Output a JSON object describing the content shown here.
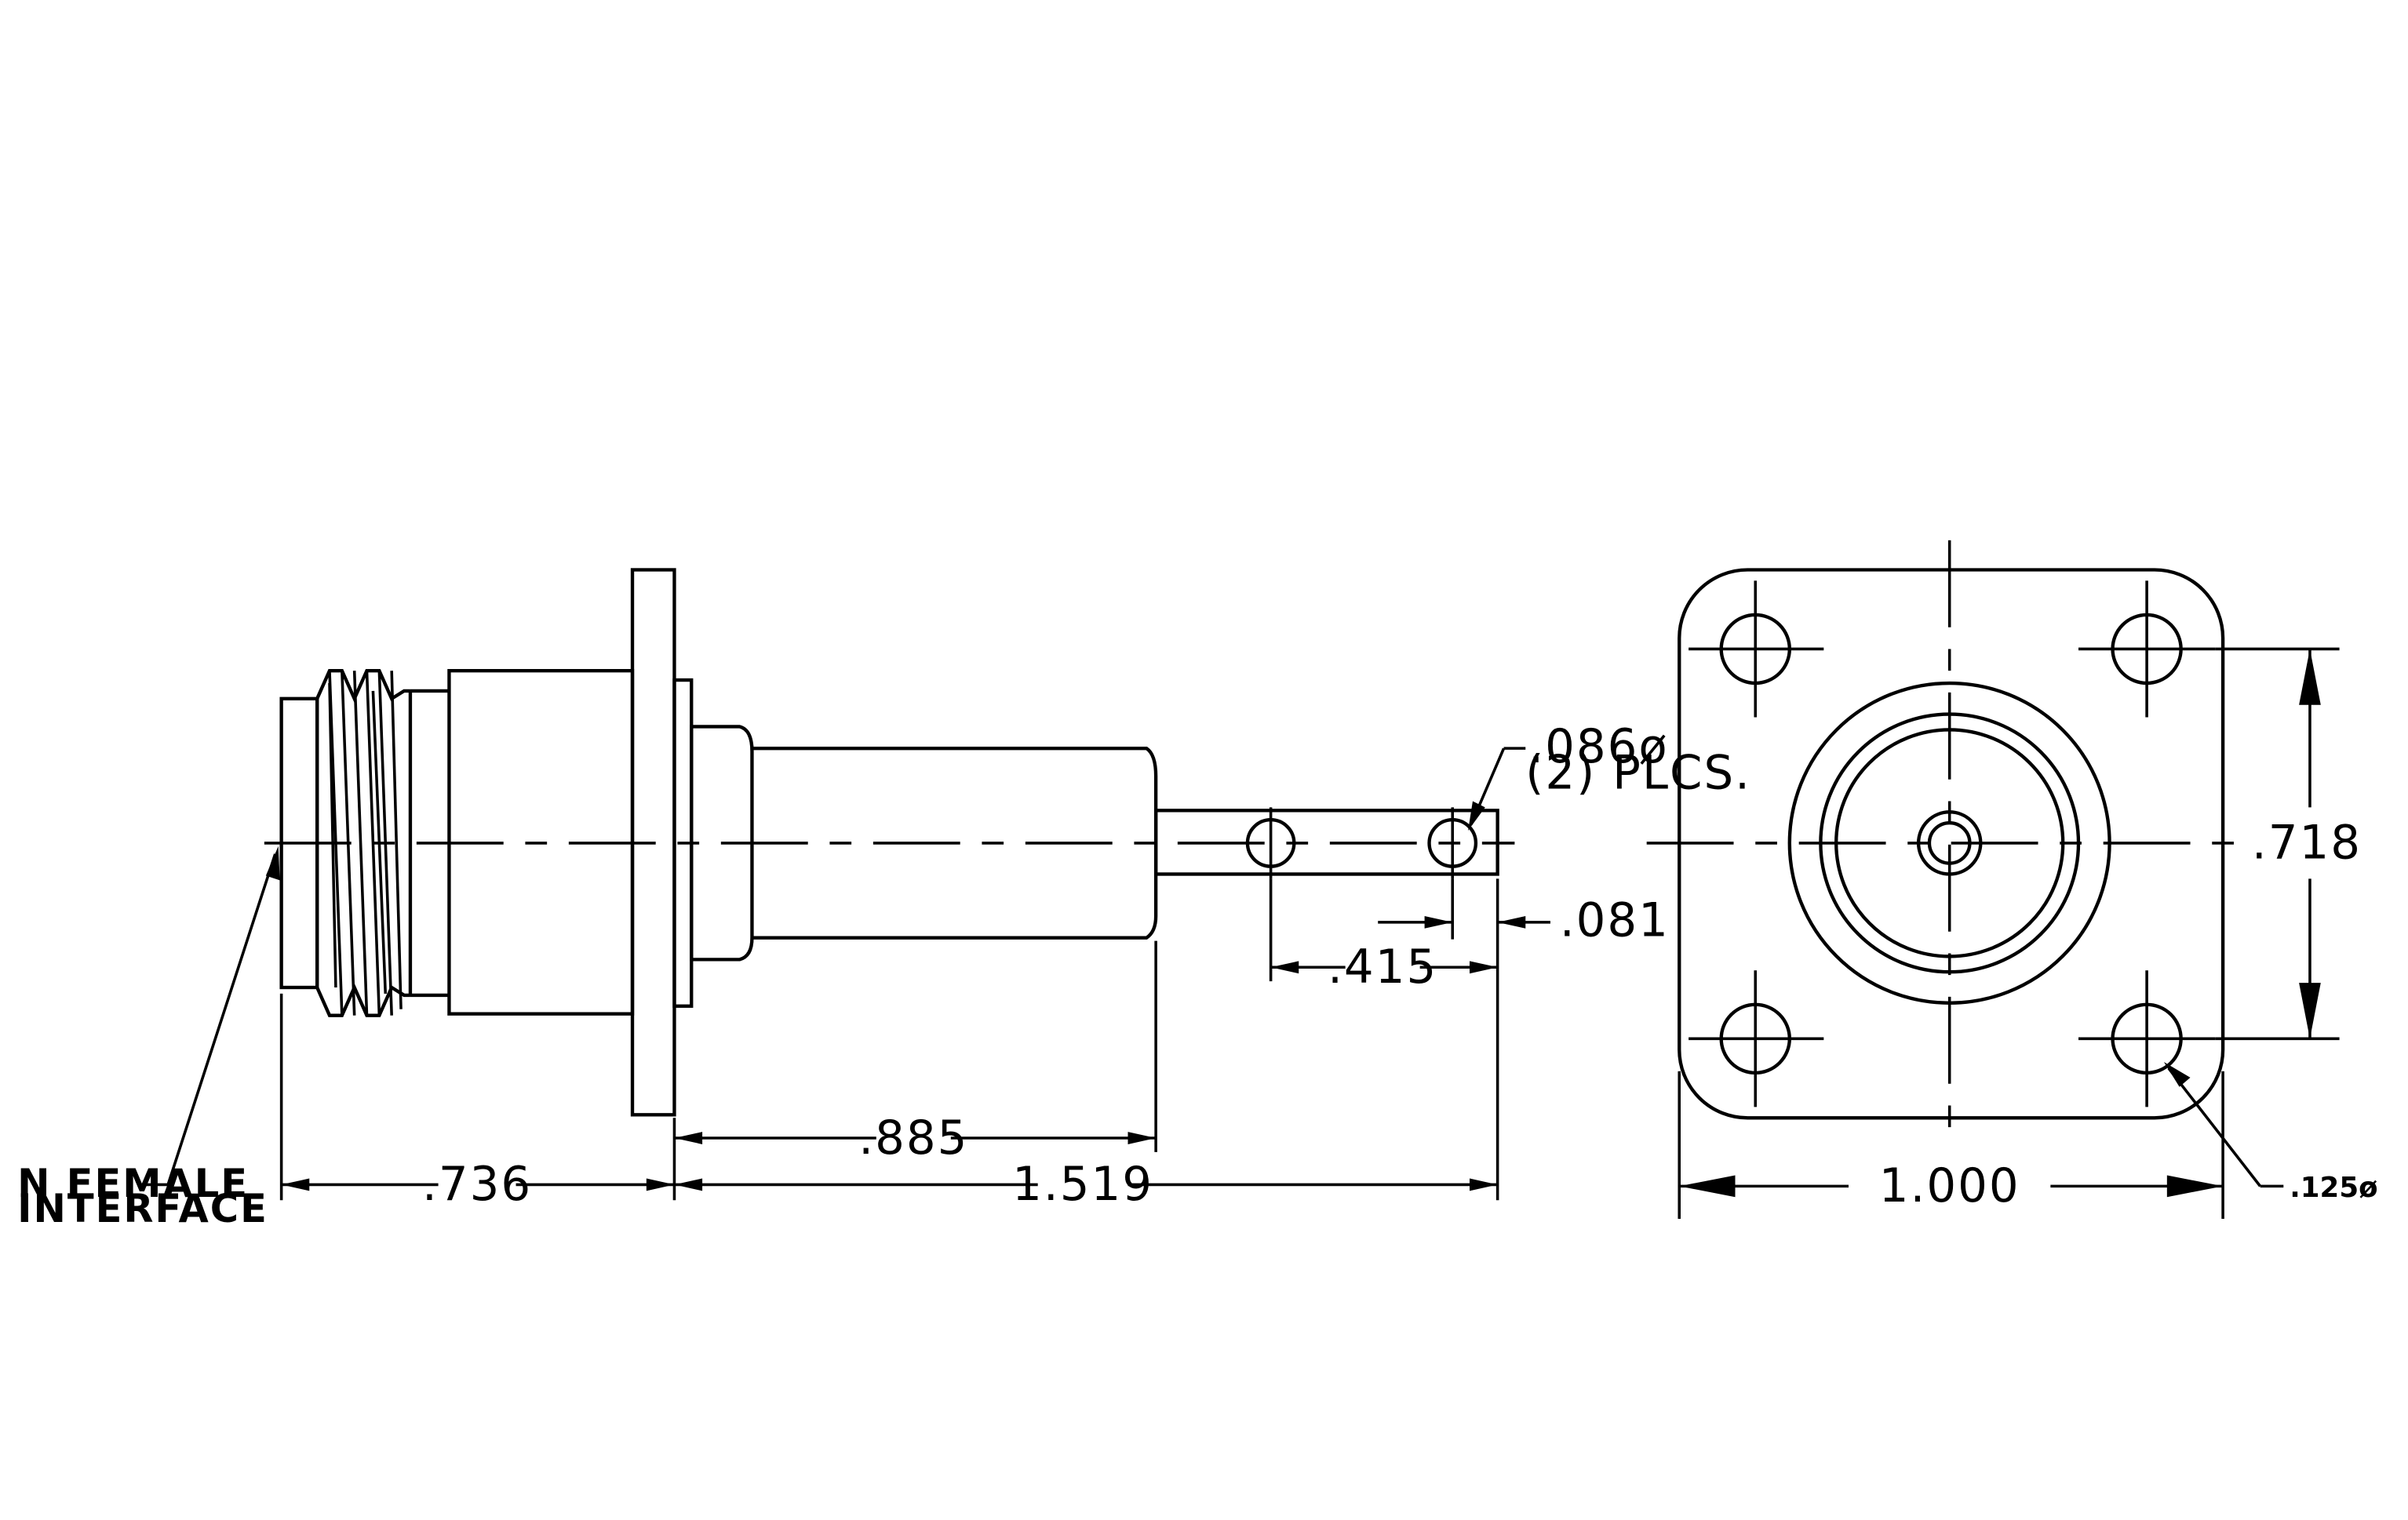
{
  "side_view": {
    "dimensions": {
      "interface_length": ".736",
      "overall_length": "1.519",
      "body_length": ".885",
      "hole_spacing": ".415",
      "hole_edge": ".081",
      "hole_diameter": ".086ø",
      "hole_count": "(2) PLCS."
    },
    "callout": {
      "line1": "N FEMALE",
      "line2": "INTERFACE"
    }
  },
  "front_view": {
    "dimensions": {
      "flange_width": "1.000",
      "hole_pitch": ".718",
      "mount_hole_diameter": ".125ø"
    }
  }
}
